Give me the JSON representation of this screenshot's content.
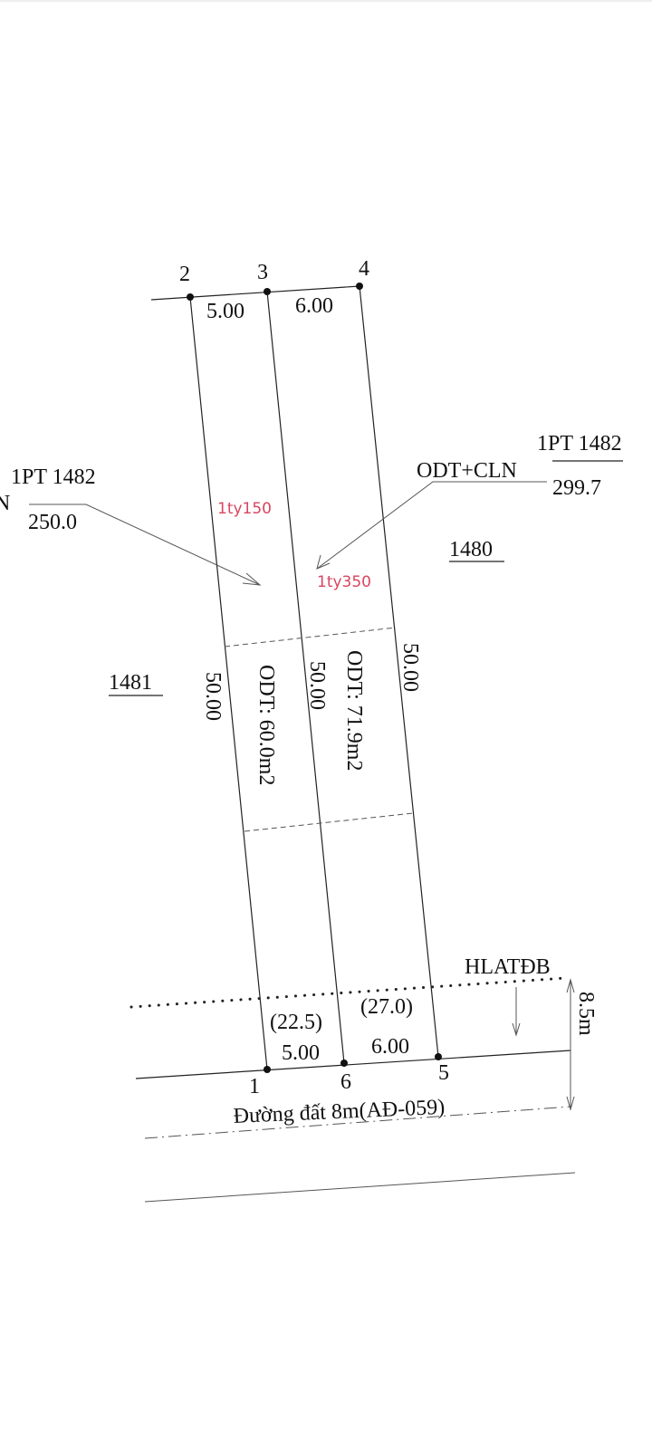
{
  "points": {
    "p1": "1",
    "p2": "2",
    "p3": "3",
    "p4": "4",
    "p5": "5",
    "p6": "6"
  },
  "dimensions": {
    "top_left": "5.00",
    "top_right": "6.00",
    "bottom_left": "5.00",
    "bottom_right": "6.00",
    "side_left": "50.00",
    "side_middle": "50.00",
    "side_right": "50.00",
    "setback_left": "(22.5)",
    "setback_right": "(27.0)",
    "road_width": "8.5m"
  },
  "parcels": {
    "left_lot_area": "ODT: 60.0m2",
    "right_lot_area": "ODT: 71.9m2",
    "left_price": "1ty150",
    "right_price": "1ty350",
    "neighbor_1481": "1481",
    "neighbor_1480": "1480",
    "left_parent_id": "1PT 1482",
    "left_parent_area": "250.0",
    "left_edge_fragment": "N",
    "right_parent_id": "1PT 1482",
    "right_parent_area": "299.7",
    "land_use": "ODT+CLN"
  },
  "road": {
    "label": "Đường đất 8m(AĐ-059)",
    "safety_corridor": "HLATĐB"
  },
  "colors": {
    "price_text": "#d9455f",
    "line": "#222222"
  }
}
